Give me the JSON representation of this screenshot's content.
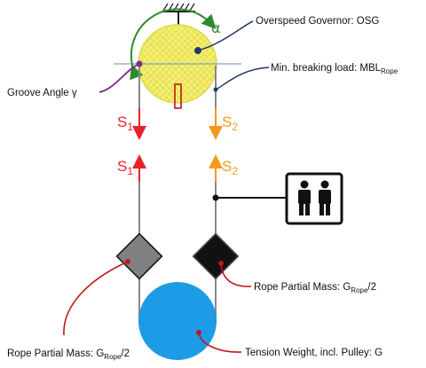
{
  "labels": {
    "osg_label": "Overspeed Governor: OSG",
    "mbl_label": "Min. breaking load: MBL",
    "mbl_sub": "Rope",
    "groove_label": "Groove Angle γ",
    "alpha": "α",
    "s1_top": "S",
    "s1_top_sub": "1",
    "s2_top": "S",
    "s2_top_sub": "2",
    "s1_bottom": "S",
    "s1_bottom_sub": "1",
    "s2_bottom": "S",
    "s2_bottom_sub": "2",
    "rope_mass_right": "Rope Partial Mass: G",
    "rope_mass_right_sub": "Rope",
    "rope_mass_right_tail": "/2",
    "rope_mass_left": "Rope Partial Mass: G",
    "rope_mass_left_sub": "Rope",
    "rope_mass_left_tail": "/2",
    "tension_label": "Tension Weight, incl. Pulley: G"
  },
  "colors": {
    "s1": "#e8222b",
    "s2": "#f39a1e",
    "sheave_fill": "#f4f06a",
    "sheave_hatch": "#c9c34a",
    "alpha_arc": "#2e8b2e",
    "leader_red": "#c0161b",
    "leader_purple": "#7a2b8e",
    "leader_navy": "#1f3a64",
    "tension_weight": "#1e9be6",
    "mass_left": "#808080",
    "mass_right": "#111111"
  },
  "icons": [
    "hatched-mount-icon",
    "passengers-icon"
  ]
}
